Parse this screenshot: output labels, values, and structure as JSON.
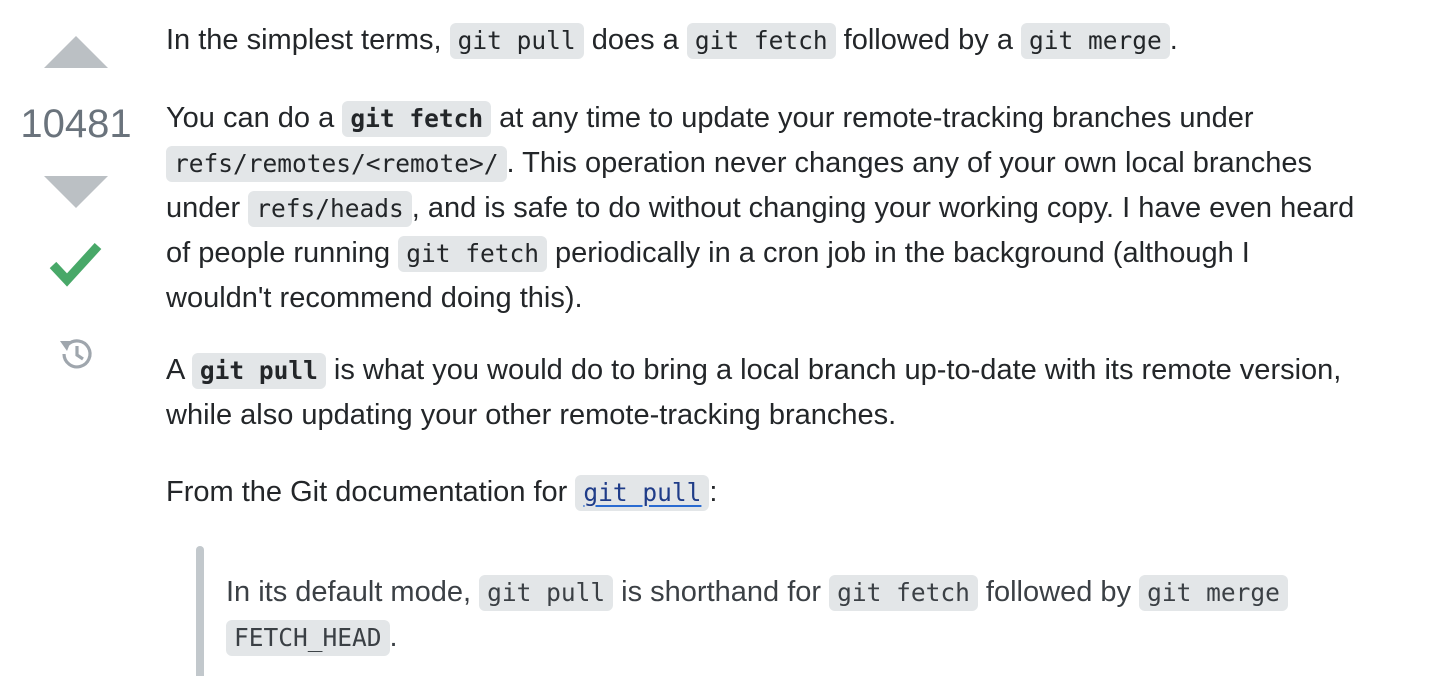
{
  "vote": {
    "count": "10481",
    "colors": {
      "arrow": "#bbc0c4",
      "count": "#6a737c",
      "accepted": "#48a868",
      "history": "#9fa6ad"
    },
    "icons": {
      "upvote": "triangle-up-icon",
      "downvote": "triangle-down-icon",
      "accepted": "checkmark-icon",
      "history": "history-icon"
    }
  },
  "answer": {
    "p1": {
      "t1": "In the simplest terms, ",
      "c1": "git pull",
      "t2": " does a ",
      "c2": "git fetch",
      "t3": " followed by a ",
      "c3": "git merge",
      "t4": "."
    },
    "p2": {
      "line1": {
        "t1": "You can do a ",
        "c1": "git fetch",
        "t2": " at any time to update your remote-tracking branches under"
      },
      "line2": {
        "c1": "refs/remotes/<remote>/",
        "t1": ". This operation never changes any of your own local branches"
      },
      "line3": {
        "t1": "under ",
        "c1": "refs/heads",
        "t2": ", and is safe to do without changing your working copy. I have even heard"
      },
      "line4": {
        "t1": "of people running ",
        "c1": "git fetch",
        "t2": " periodically in a cron job in the background (although I"
      },
      "line5": {
        "t1": "wouldn't recommend doing this)."
      }
    },
    "p3": {
      "line1": {
        "t1": "A ",
        "c1": "git pull",
        "t2": " is what you would do to bring a local branch up-to-date with its remote version,"
      },
      "line2": {
        "t1": "while also updating your other remote-tracking branches."
      }
    },
    "p4": {
      "t1": "From the Git documentation for ",
      "link": "git pull",
      "t2": ":"
    },
    "quote": {
      "line1": {
        "t1": "In its default mode, ",
        "c1": "git pull",
        "t2": " is shorthand for ",
        "c2": "git fetch",
        "t3": " followed by ",
        "c3": "git merge"
      },
      "line2": {
        "c1": "FETCH_HEAD",
        "t1": "."
      }
    }
  }
}
